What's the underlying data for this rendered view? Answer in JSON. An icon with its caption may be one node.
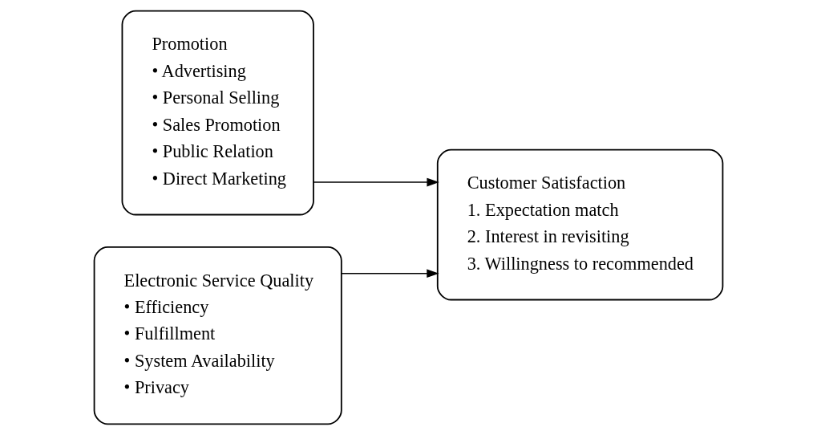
{
  "diagram": {
    "nodes": [
      {
        "text": [
          "Promotion",
          "• Advertising",
          "• Personal Selling",
          "• Sales Promotion",
          "• Public Relation",
          "• Direct Marketing"
        ]
      },
      {
        "text": [
          "Electronic Service Quality",
          "• Efficiency",
          "• Fulfillment",
          "• System Availability",
          "• Privacy"
        ]
      },
      {
        "text": [
          "Customer Satisfaction",
          "1. Expectation match",
          "2. Interest in revisiting",
          "3. Willingness to recommended"
        ]
      }
    ],
    "edges": [
      {
        "from": 0,
        "to": 2,
        "arrow": "to"
      },
      {
        "from": 1,
        "to": 2,
        "arrow": "to"
      }
    ]
  }
}
